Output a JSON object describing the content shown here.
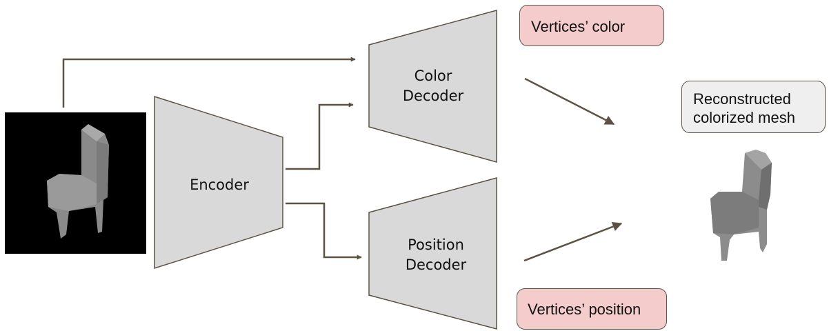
{
  "blocks": {
    "encoder": "Encoder",
    "color_decoder": [
      "Color",
      "Decoder"
    ],
    "position_decoder": [
      "Position",
      "Decoder"
    ]
  },
  "outputs": {
    "vertices_color": "Vertices’ color",
    "vertices_position": "Vertices’ position",
    "reconstructed": [
      "Reconstructed",
      "colorized mesh"
    ]
  },
  "images": {
    "input": "input-chair-image",
    "output": "reconstructed-chair-mesh"
  },
  "colors": {
    "arrow": "#5b5244",
    "block_fill": "#d9d9d9",
    "pink_label": "#f4cccc",
    "grey_label": "#efefef"
  }
}
